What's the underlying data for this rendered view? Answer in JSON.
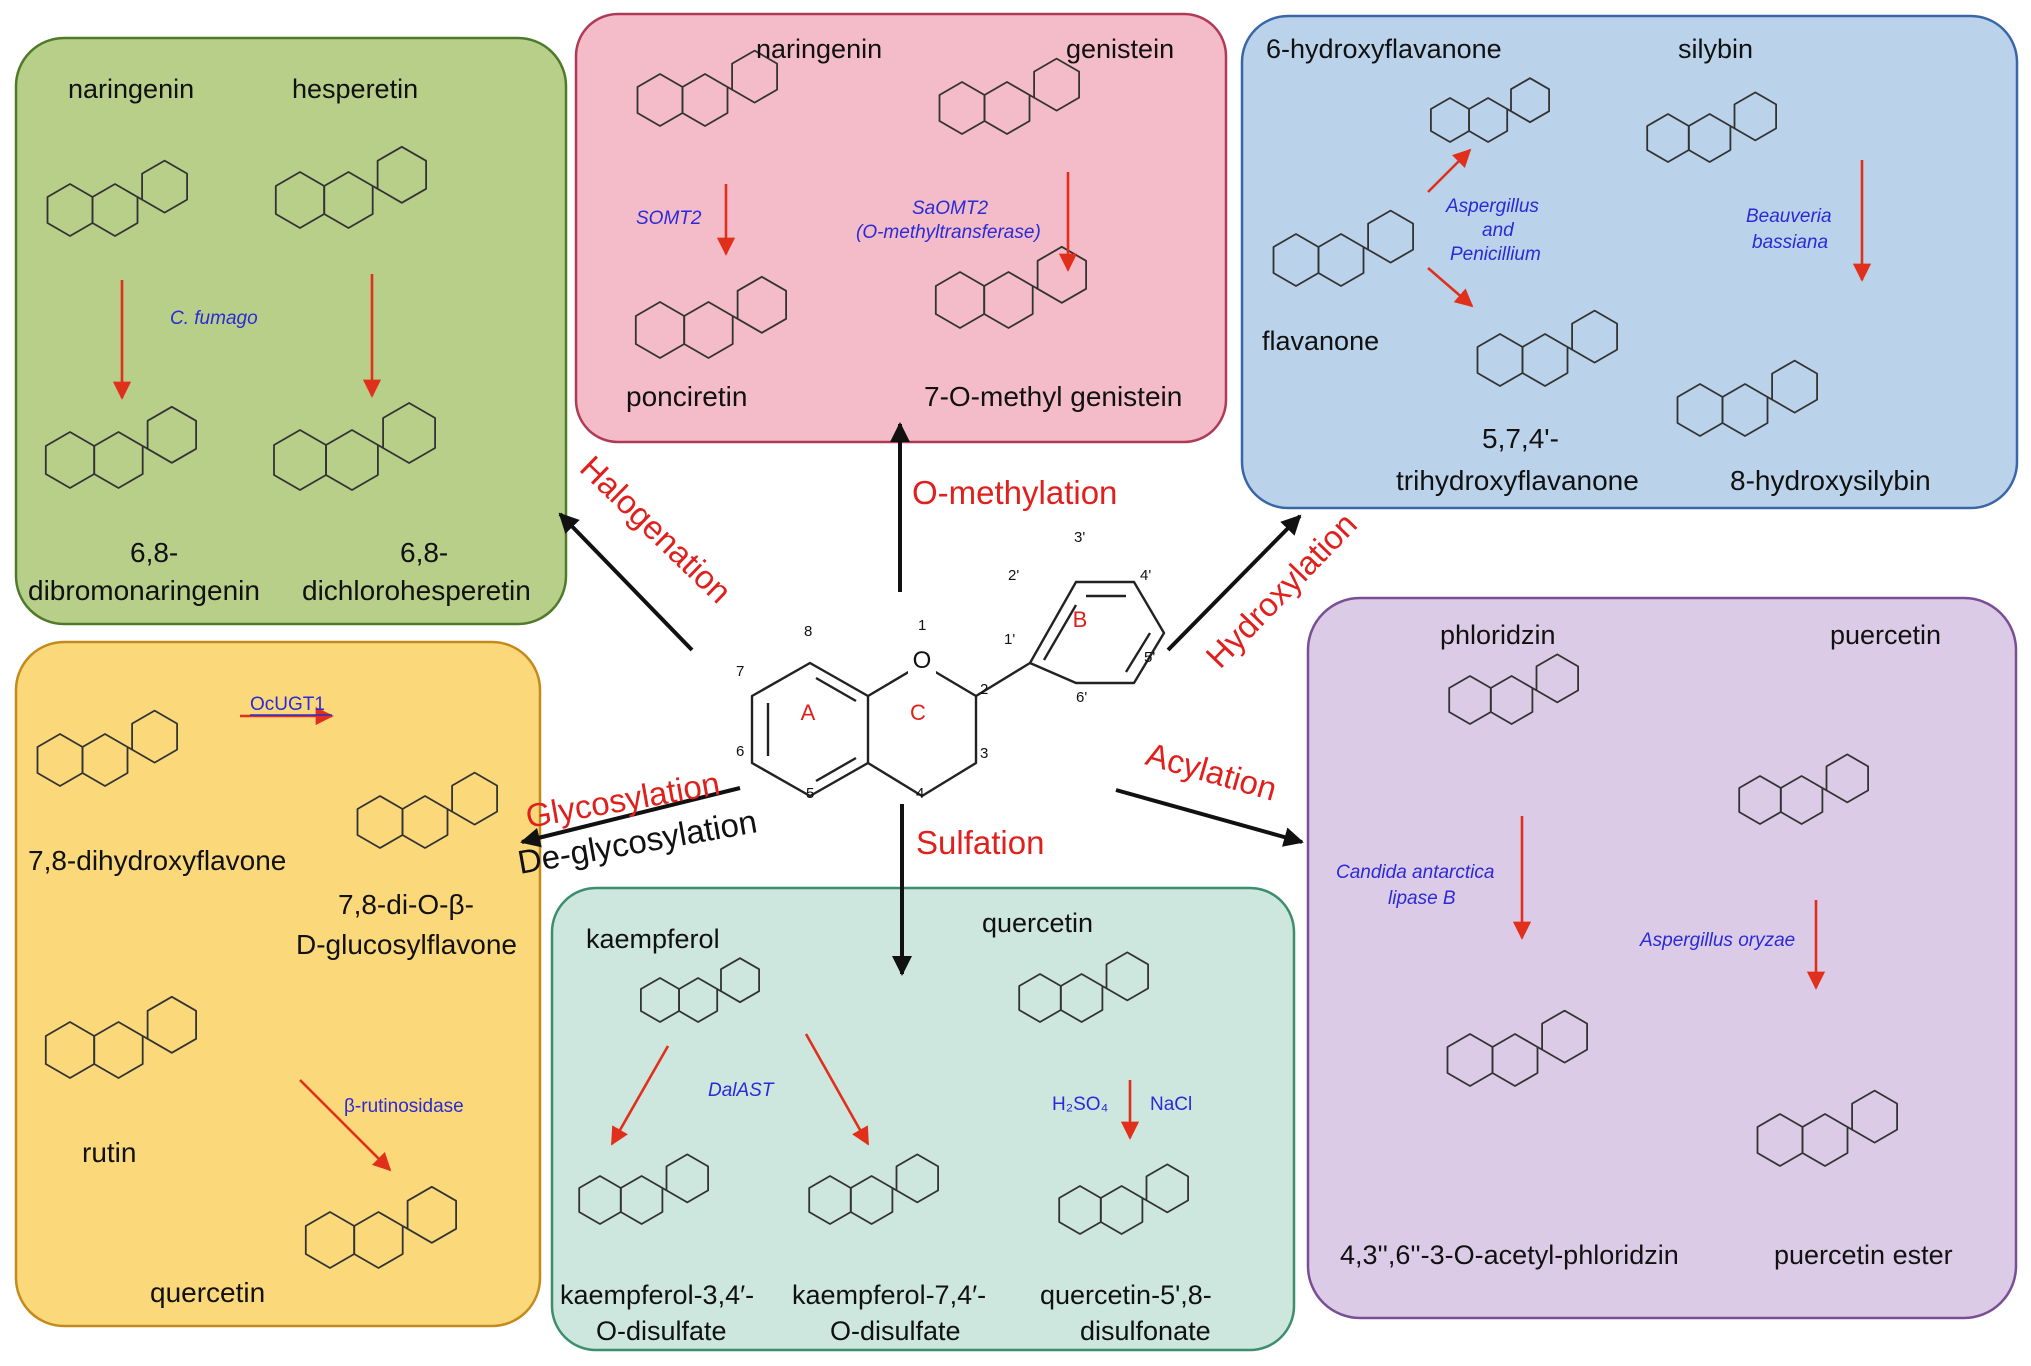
{
  "colors": {
    "green_fill": "#b8cf8a",
    "green_stroke": "#4e7a2a",
    "pink_fill": "#f4bcc8",
    "pink_stroke": "#b03a55",
    "blue_fill": "#bad3ea",
    "blue_stroke": "#3a66a8",
    "yellow_fill": "#fbd97b",
    "yellow_stroke": "#c48a1c",
    "teal_fill": "#cde6de",
    "teal_stroke": "#3d8e6c",
    "purple_fill": "#dccbe6",
    "purple_stroke": "#7a4e95",
    "reaction_red": "#e0201c",
    "enzyme_blue": "#2a2ad6"
  },
  "core": {
    "ring_a": "A",
    "ring_b": "B",
    "ring_c": "C",
    "positions": [
      "1",
      "2",
      "3",
      "4",
      "5",
      "6",
      "7",
      "8",
      "1'",
      "2'",
      "3'",
      "4'",
      "5'",
      "6'"
    ]
  },
  "reactions": {
    "halogenation": "Halogenation",
    "o_methylation": "O-methylation",
    "hydroxylation": "Hydroxylation",
    "glycosylation": "Glycosylation",
    "de_glycosylation": "De-glycosylation",
    "sulfation": "Sulfation",
    "acylation": "Acylation"
  },
  "panels": {
    "halogenation": {
      "substrate1": "naringenin",
      "substrate2": "hesperetin",
      "enzyme": "C. fumago",
      "product1_line1": "6,8-",
      "product1_line2": "dibromonaringenin",
      "product2_line1": "6,8-",
      "product2_line2": "dichlorohesperetin"
    },
    "methylation": {
      "substrate1": "naringenin",
      "substrate2": "genistein",
      "enzyme1": "SOMT2",
      "enzyme2_line1": "SaOMT2",
      "enzyme2_line2": "(O-methyltransferase)",
      "product1": "ponciretin",
      "product2": "7-O-methyl genistein"
    },
    "hydroxylation": {
      "substrate_top": "6-hydroxyflavanone",
      "substrate1": "flavanone",
      "substrate2": "silybin",
      "enzyme1_line1": "Aspergillus",
      "enzyme1_line2": "and",
      "enzyme1_line3": "Penicillium",
      "enzyme2_line1": "Beauveria",
      "enzyme2_line2": "bassiana",
      "product1_line1": "5,7,4'-",
      "product1_line2": "trihydroxyflavanone",
      "product2": "8-hydroxysilybin"
    },
    "glycosylation": {
      "substrate1": "7,8-dihydroxyflavone",
      "enzyme1": "OcUGT1",
      "product1_line1": "7,8-di-O-β-",
      "product1_line2": "D-glucosylflavone",
      "substrate2": "rutin",
      "enzyme2": "β-rutinosidase",
      "product2": "quercetin"
    },
    "sulfation": {
      "substrate1": "kaempferol",
      "substrate2": "quercetin",
      "enzyme1": "DalAST",
      "reagent1": "H₂SO₄",
      "reagent2": "NaCl",
      "product1_line1": "kaempferol-3,4′-",
      "product1_line2": "O-disulfate",
      "product2_line1": "kaempferol-7,4′-",
      "product2_line2": "O-disulfate",
      "product3_line1": "quercetin-5',8-",
      "product3_line2": "disulfonate"
    },
    "acylation": {
      "substrate1": "phloridzin",
      "substrate2": "puercetin",
      "enzyme1_line1": "Candida antarctica",
      "enzyme1_line2": "lipase B",
      "enzyme2": "Aspergillus oryzae",
      "product1": "4,3'',6''-3-O-acetyl-phloridzin",
      "product2": "puercetin ester"
    }
  }
}
